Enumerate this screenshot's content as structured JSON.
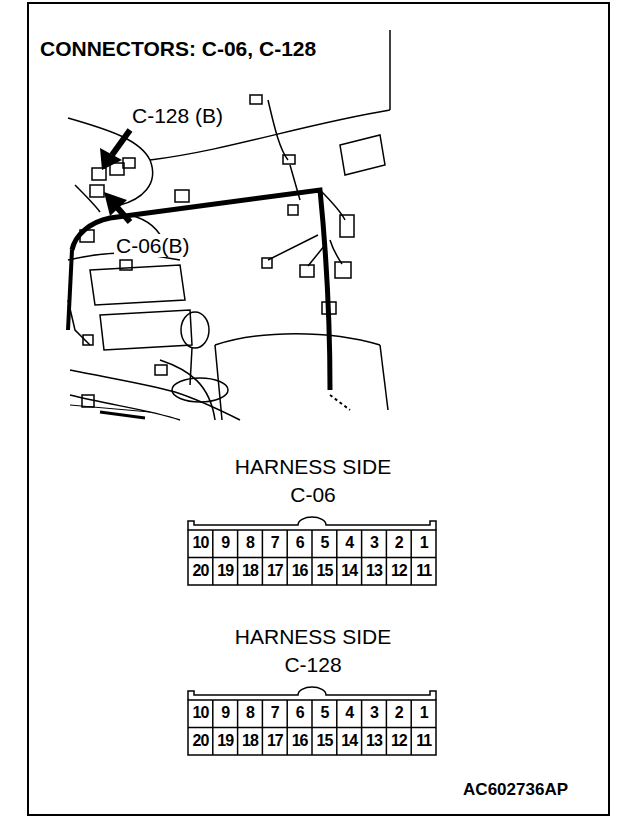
{
  "diagram": {
    "title": "CONNECTORS: C-06, C-128",
    "labels": [
      "C-128 (B)",
      "C-06(B)",
      "HARNESS SIDE",
      "C-06",
      "10",
      "9",
      "8",
      "7",
      "6",
      "5",
      "4",
      "3",
      "2",
      "1",
      "20",
      "19",
      "18",
      "17",
      "16",
      "15",
      "14",
      "13",
      "12",
      "11",
      "HARNESS SIDE",
      "C-128",
      "10",
      "9",
      "8",
      "7",
      "6",
      "5",
      "4",
      "3",
      "2",
      "1",
      "20",
      "19",
      "18",
      "17",
      "16",
      "15",
      "14",
      "13",
      "12",
      "11",
      "AC602736AP"
    ]
  }
}
